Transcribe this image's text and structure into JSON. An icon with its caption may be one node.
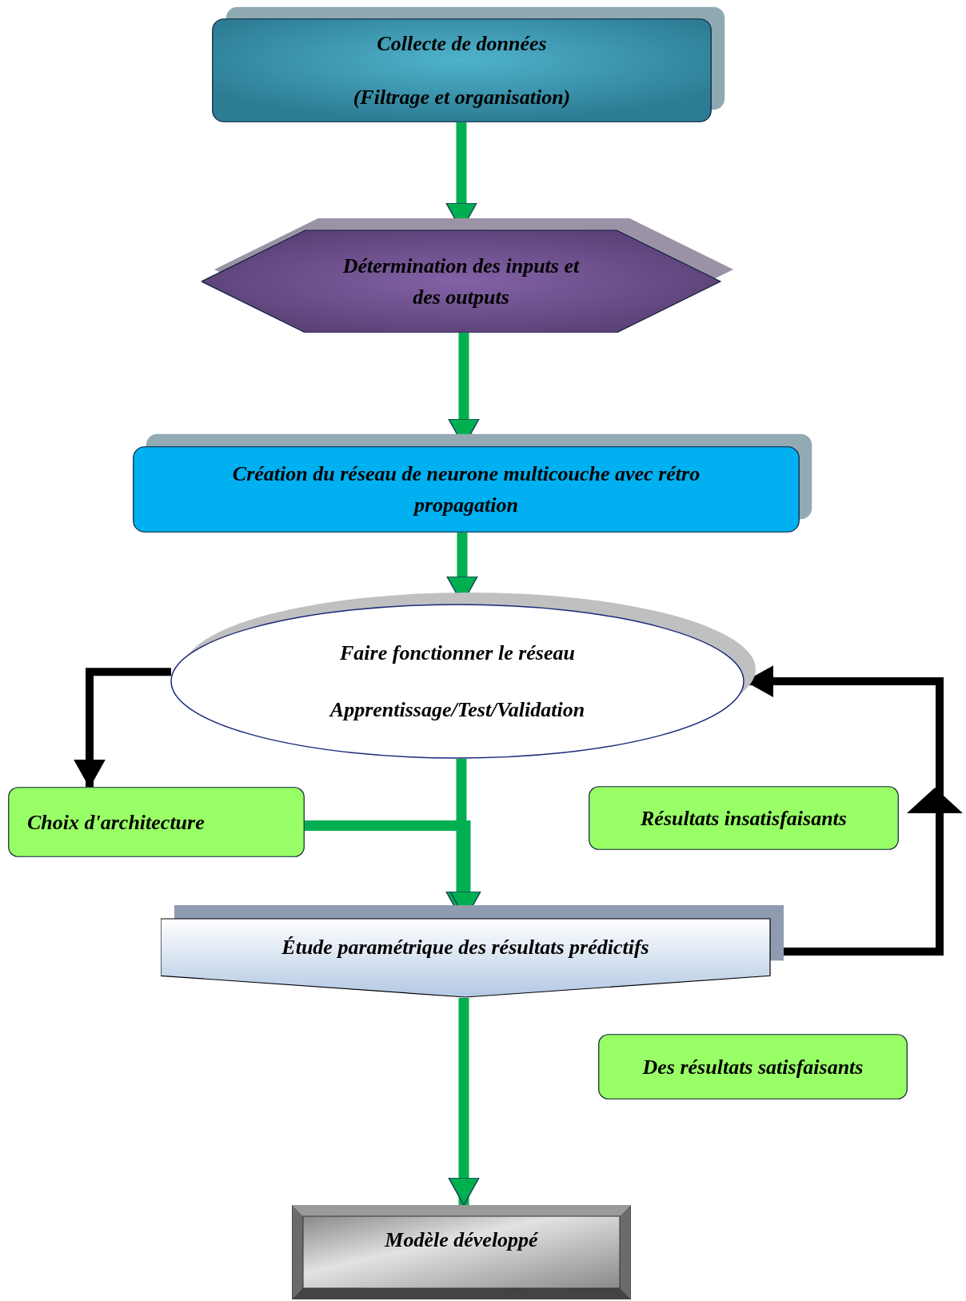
{
  "diagram": {
    "nodes": [
      {
        "text": [
          "Collecte de données",
          "(Filtrage et organisation)"
        ]
      },
      {
        "text": [
          "Détermination des inputs et des outputs"
        ]
      },
      {
        "text": [
          "Création du réseau de neurone multicouche avec rétro propagation"
        ]
      },
      {
        "text": [
          "Faire fonctionner le réseau",
          "Apprentissage/Test/Validation"
        ]
      },
      {
        "text": [
          "Choix d'architecture"
        ]
      },
      {
        "text": [
          "Résultats insatisfaisants"
        ]
      },
      {
        "text": [
          "Étude paramétrique des résultats prédictifs"
        ]
      },
      {
        "text": [
          "Des résultats satisfaisants"
        ]
      },
      {
        "text": [
          "Modèle développé"
        ]
      }
    ],
    "edges": [
      {
        "from": 0,
        "to": 1,
        "arrow": "to"
      },
      {
        "from": 1,
        "to": 2,
        "arrow": "to"
      },
      {
        "from": 2,
        "to": 3,
        "arrow": "to"
      },
      {
        "from": 3,
        "to": 6,
        "arrow": "to"
      },
      {
        "from": 4,
        "to": 6,
        "arrow": "to"
      },
      {
        "from": 3,
        "to": 4,
        "arrow": "to",
        "color": "#000000"
      },
      {
        "from": 6,
        "to": 3,
        "arrow": "to",
        "color": "#000000"
      },
      {
        "from": 6,
        "to": 8,
        "arrow": "to"
      }
    ]
  }
}
